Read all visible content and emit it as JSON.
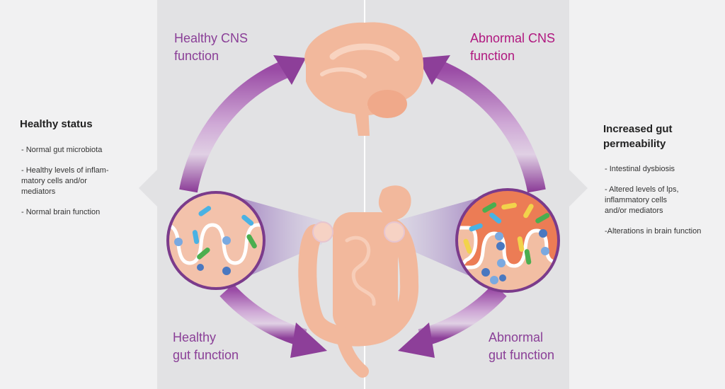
{
  "center": {
    "healthy_cns": "Healthy CNS\nfunction",
    "abnormal_cns": "Abnormal CNS\nfunction",
    "healthy_gut": "Healthy\ngut function",
    "abnormal_gut": "Abnormal\ngut function"
  },
  "left": {
    "title": "Healthy status",
    "items": [
      "- Normal gut microbiota",
      "- Healthy levels of inflam-\n  matory cells and/or\n  mediators",
      "- Normal brain function"
    ]
  },
  "right": {
    "title": "Increased gut\npermeability",
    "items": [
      "- Intestinal dysbiosis",
      "- Altered levels of lps,\n  inflammatory cells\n  and/or mediators",
      "-Alterations in brain function"
    ]
  },
  "colors": {
    "arrow": "#8d3f99",
    "healthy_text": "#8a3f97",
    "abnormal_text": "#b0177f",
    "organ": "#f2b89c",
    "circle_bg_healthy": "#f3c2ab",
    "circle_bg_abnormal": "#ec7c55",
    "circle_border": "#7b3b8b"
  },
  "icons": [
    "brain-icon",
    "intestine-icon",
    "healthy-gut-zoom-icon",
    "abnormal-gut-zoom-icon"
  ]
}
